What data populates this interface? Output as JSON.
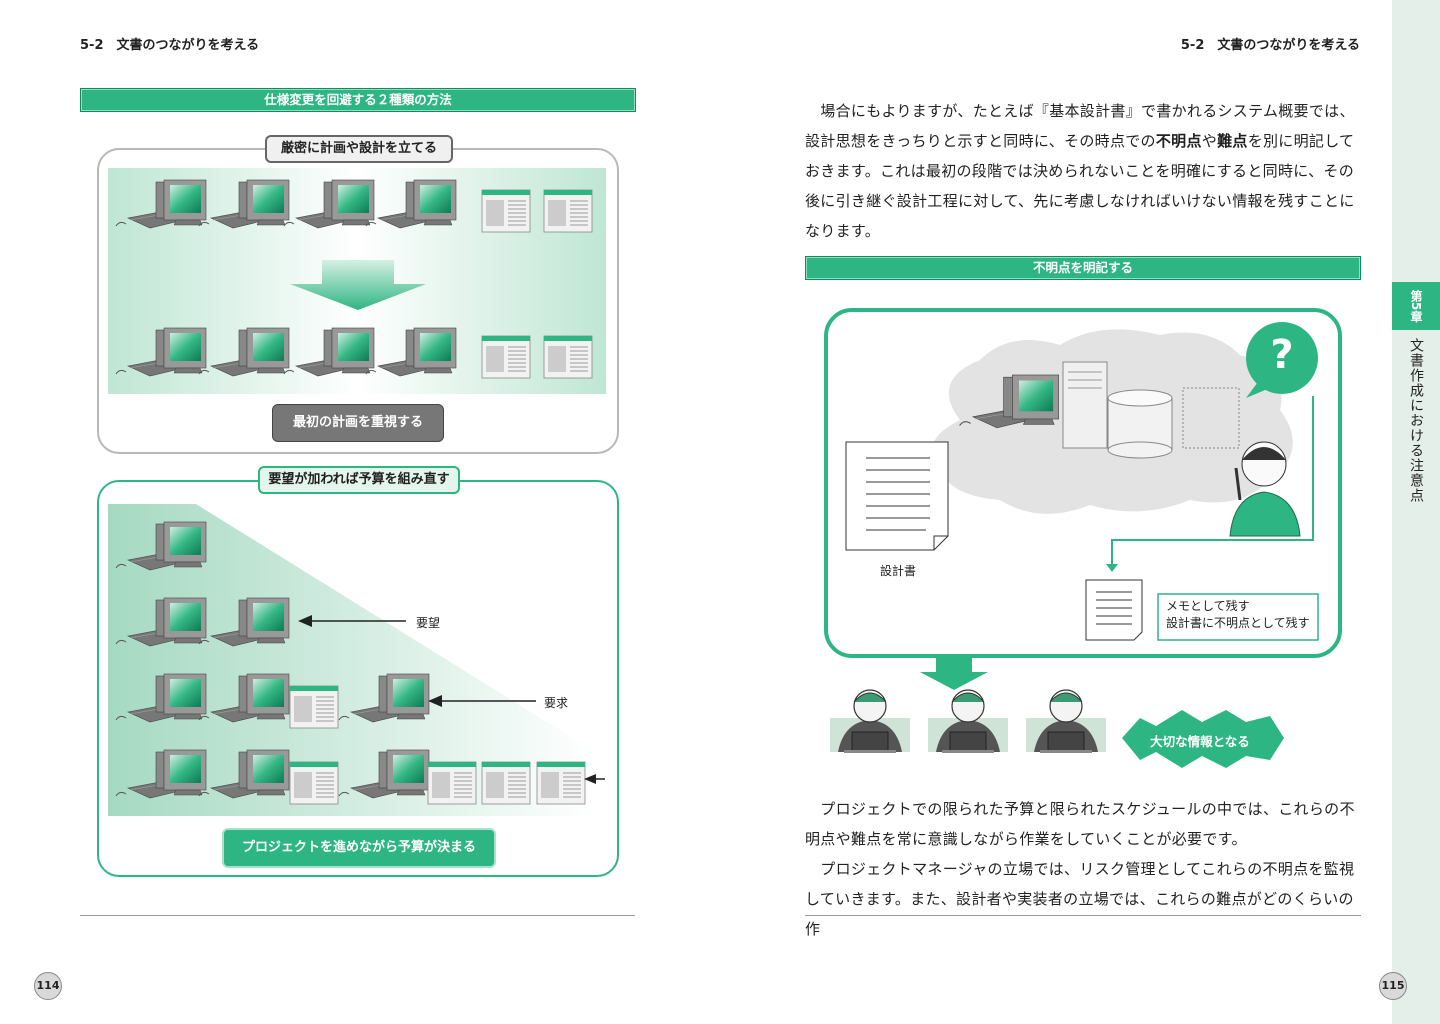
{
  "left_page": {
    "header": "5-2　文書のつながりを考える",
    "section_title": "仕様変更を回避する２種類の方法",
    "panel1": {
      "title": "厳密に計画や設計を立てる",
      "caption": "最初の計画を重視する"
    },
    "panel2": {
      "title": "要望が加われば予算を組み直す",
      "caption": "プロジェクトを進めながら予算が決まる",
      "label_youbou": "要望",
      "label_youkyuu": "要求"
    },
    "page_number": "114"
  },
  "right_page": {
    "header": "5-2　文書のつながりを考える",
    "para1": {
      "text1": "　場合にもよりますが、たとえば『基本設計書』で書かれるシステム概要では、設計思想をきっちりと示すと同時に、その時点での",
      "bold1": "不明点",
      "text2": "や",
      "bold2": "難点",
      "text3": "を別に明記しておきます。これは最初の段階では決められないことを明確にすると同時に、その後に引き継ぐ設計工程に対して、先に考慮しなければいけない情報を残すことになります。"
    },
    "section_title": "不明点を明記する",
    "figure": {
      "doc_label": "設計書",
      "memo_line1": "メモとして残す",
      "memo_line2": "設計書に不明点として残す",
      "question_mark": "?",
      "burst_label": "大切な情報となる"
    },
    "para2": "　プロジェクトでの限られた予算と限られたスケジュールの中では、これらの不明点や難点を常に意識しながら作業をしていくことが必要です。",
    "para3": "　プロジェクトマネージャの立場では、リスク管理としてこれらの不明点を監視していきます。また、設計者や実装者の立場では、これらの難点がどのくらいの作",
    "page_number": "115"
  },
  "side_tab": {
    "chapter": "第5章",
    "title": "文書作成における注意点"
  },
  "colors": {
    "accent": "#2eb584",
    "accent_dark": "#148a5e",
    "gray_frame": "#b8b8b8"
  }
}
